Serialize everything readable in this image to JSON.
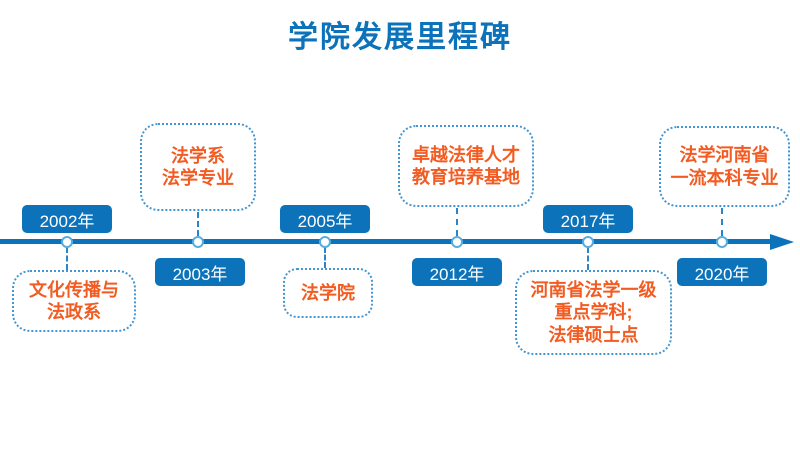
{
  "title": "学院发展里程碑",
  "colors": {
    "primary_blue": "#0c72ba",
    "accent_orange": "#f25c22",
    "card_dotted_border_blue": "#4596d0",
    "connector_dash_blue": "#2b85c8",
    "node_ring_light_blue": "#58ade0"
  },
  "milestones": [
    {
      "year": "2002年",
      "description": "文化传播与\n法政系",
      "year_side": "above-line",
      "card_side": "below-line"
    },
    {
      "year": "2003年",
      "description": "法学系\n法学专业",
      "year_side": "below-line",
      "card_side": "above-line"
    },
    {
      "year": "2005年",
      "description": "法学院",
      "year_side": "above-line",
      "card_side": "below-line"
    },
    {
      "year": "2012年",
      "description": "卓越法律人才\n教育培养基地",
      "year_side": "below-line",
      "card_side": "above-line"
    },
    {
      "year": "2017年",
      "description": "河南省法学一级\n重点学科;\n法律硕士点",
      "year_side": "above-line",
      "card_side": "below-line"
    },
    {
      "year": "2020年",
      "description": "法学河南省\n一流本科专业",
      "year_side": "below-line",
      "card_side": "above-line"
    }
  ]
}
